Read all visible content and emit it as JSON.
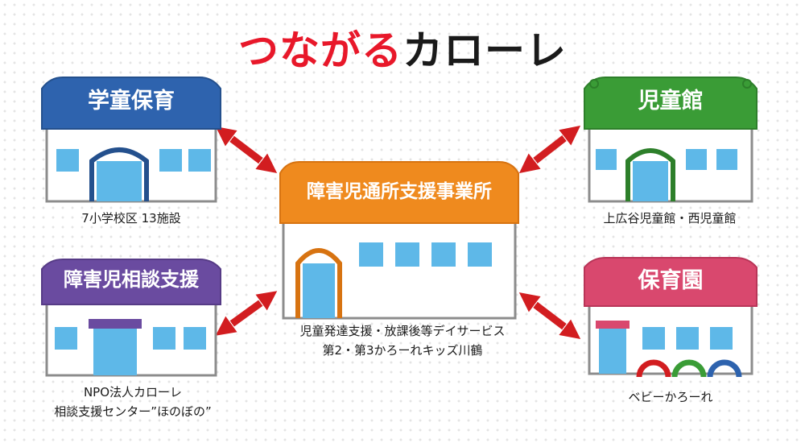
{
  "title": {
    "part1": "つながる",
    "part2": "カローレ"
  },
  "colors": {
    "gakudo": "#2e63ae",
    "jidokan": "#3a9c36",
    "center": "#ef8a1e",
    "shogaiji": "#6a4ba0",
    "hoikuen": "#d9486e",
    "arrow": "#d21d20",
    "window": "#5eb8e8"
  },
  "facilities": {
    "gakudo": {
      "label": "学童保育",
      "caption": "7小学校区 13施設"
    },
    "jidokan": {
      "label": "児童館",
      "caption": "上広谷児童館・西児童館"
    },
    "center": {
      "label": "障害児通所支援事業所",
      "caption_line1": "児童発達支援・放課後等デイサービス",
      "caption_line2": "第2・第3かろーれキッズ川鶴"
    },
    "shogaiji": {
      "label": "障害児相談支援",
      "caption_line1": "NPO法人カローレ",
      "caption_line2": "相談支援センター”ほのぼの”"
    },
    "hoikuen": {
      "label": "保育園",
      "caption": "ベビーかろーれ"
    }
  }
}
